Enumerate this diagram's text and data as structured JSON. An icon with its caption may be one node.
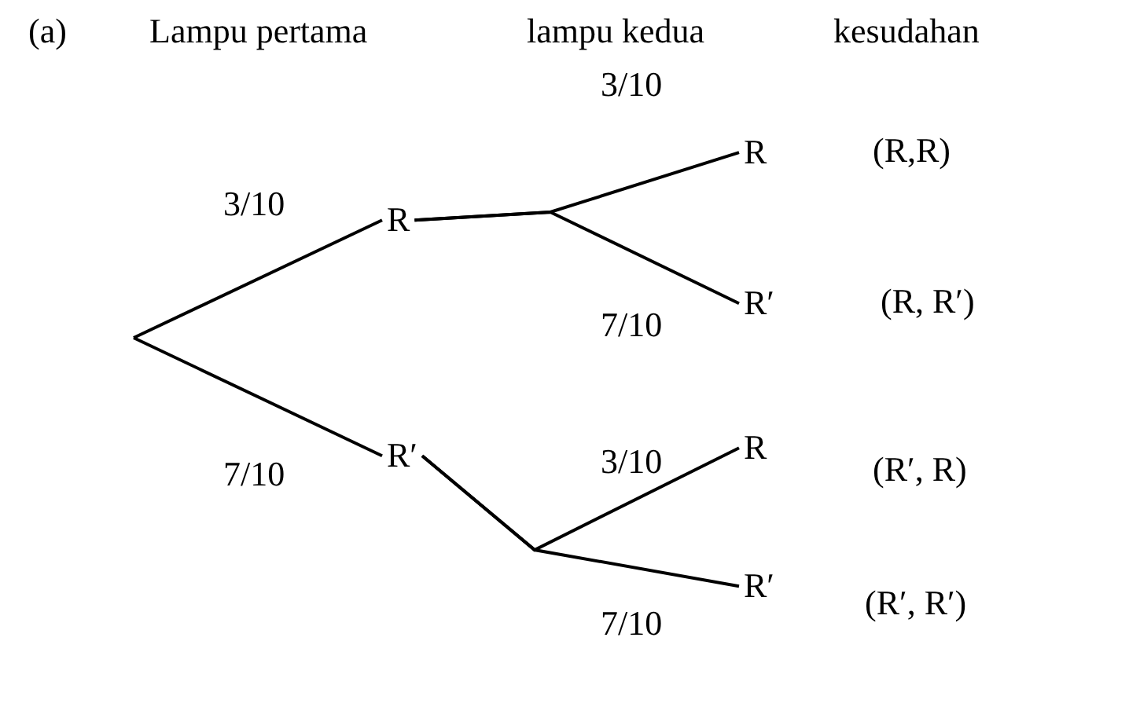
{
  "diagram": {
    "nodes": [
      {
        "text": [
          "R"
        ]
      },
      {
        "text": [
          "R′"
        ]
      },
      {
        "text": [
          "R"
        ],
        "beside": [
          "(R,R)"
        ]
      },
      {
        "text": [
          "R′"
        ],
        "beside": [
          "(R, R′)"
        ]
      },
      {
        "text": [
          "R"
        ],
        "beside": [
          "(R′, R)"
        ]
      },
      {
        "text": [
          "R′"
        ],
        "beside": [
          "(R′, R′)"
        ]
      }
    ],
    "edges": [
      {
        "from": null,
        "to": 0,
        "arrow": "none",
        "label": "3/10"
      },
      {
        "from": null,
        "to": 1,
        "arrow": "none",
        "label": "7/10"
      },
      {
        "from": 0,
        "to": 2,
        "arrow": "none",
        "label": "3/10"
      },
      {
        "from": 0,
        "to": 3,
        "arrow": "none",
        "label": "7/10"
      },
      {
        "from": 1,
        "to": 4,
        "arrow": "none",
        "label": "3/10"
      },
      {
        "from": 1,
        "to": 5,
        "arrow": "none",
        "label": "7/10"
      }
    ],
    "labels": [
      "(a)",
      "Lampu pertama",
      "lampu kedua",
      "kesudahan"
    ]
  }
}
